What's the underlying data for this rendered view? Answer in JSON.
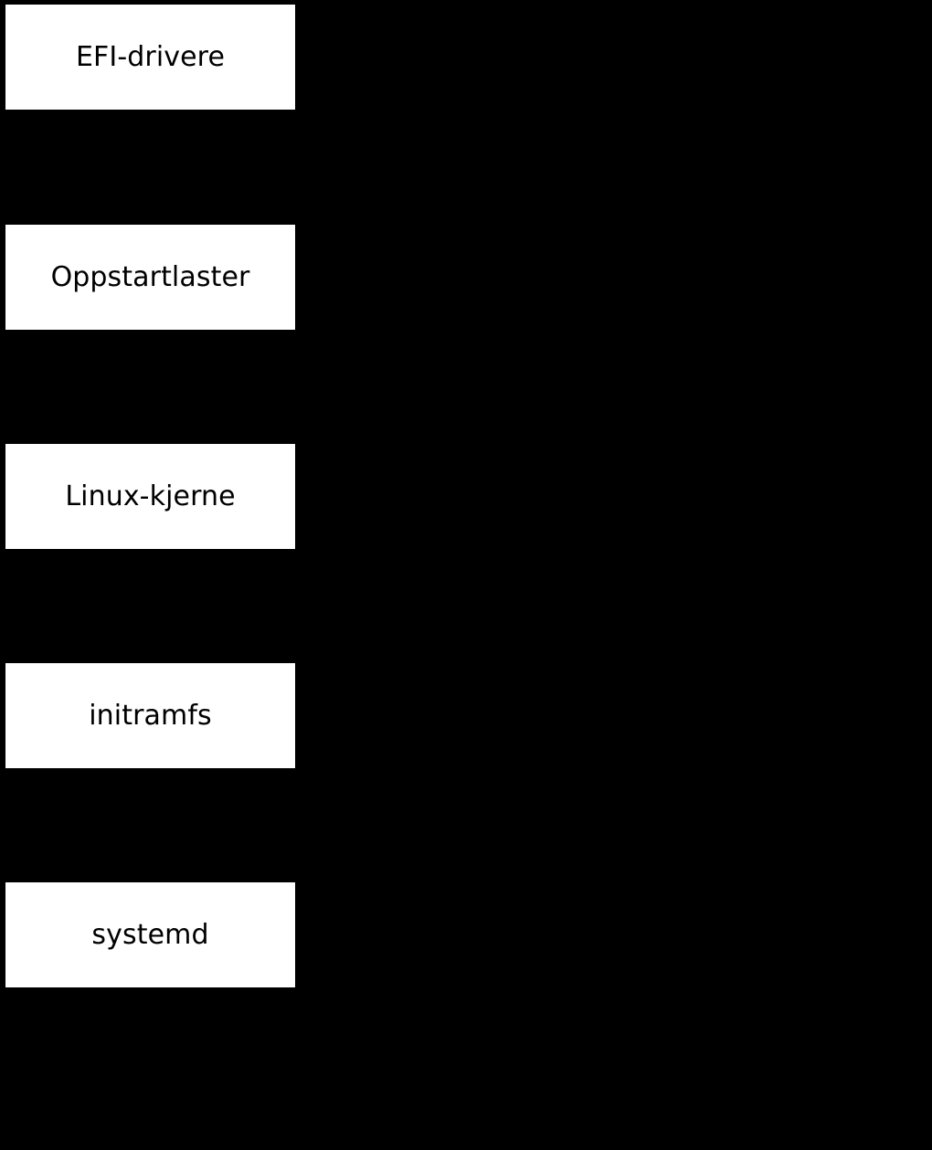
{
  "diagram": {
    "background_color": "#000000",
    "box_fill_color": "#ffffff",
    "text_color": "#000000",
    "orientation": "vertical",
    "stages": [
      {
        "label": "EFI-drivere"
      },
      {
        "label": "Oppstartlaster"
      },
      {
        "label": "Linux-kjerne"
      },
      {
        "label": "initramfs"
      },
      {
        "label": "systemd"
      }
    ]
  }
}
